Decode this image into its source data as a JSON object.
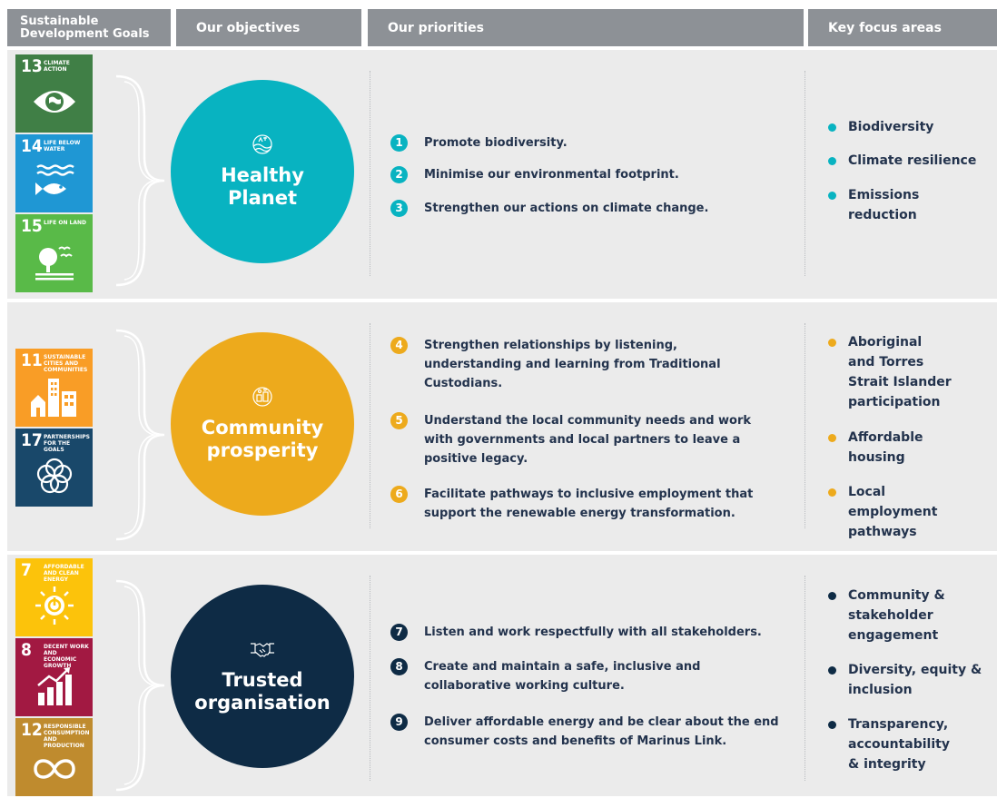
{
  "headers": {
    "sdg": "Sustainable Development Goals",
    "objectives": "Our objectives",
    "priorities": "Our priorities",
    "focus": "Key focus areas"
  },
  "colors": {
    "header_bg": "#8d9196",
    "band_bg": "#ebebeb",
    "teal": "#08b3c1",
    "gold": "#edaa1c",
    "navy": "#0e2b45",
    "text_navy": "#23334d"
  },
  "sdgs": [
    {
      "number": "13",
      "name": "CLIMATE ACTION",
      "color": "#407f46",
      "icon": "earth-eye-icon"
    },
    {
      "number": "14",
      "name": "LIFE BELOW WATER",
      "color": "#1f97d4",
      "icon": "fish-waves-icon"
    },
    {
      "number": "15",
      "name": "LIFE ON LAND",
      "color": "#59ba48",
      "icon": "tree-birds-icon"
    },
    {
      "number": "11",
      "name": "SUSTAINABLE CITIES AND COMMUNITIES",
      "color": "#f99d26",
      "icon": "city-buildings-icon"
    },
    {
      "number": "17",
      "name": "PARTNERSHIPS FOR THE GOALS",
      "color": "#19486a",
      "icon": "interlocking-rings-icon"
    },
    {
      "number": "7",
      "name": "AFFORDABLE AND CLEAN ENERGY",
      "color": "#fcc30b",
      "icon": "sun-power-icon"
    },
    {
      "number": "8",
      "name": "DECENT WORK AND ECONOMIC GROWTH",
      "color": "#a21942",
      "icon": "growth-bars-icon"
    },
    {
      "number": "12",
      "name": "RESPONSIBLE CONSUMPTION AND PRODUCTION",
      "color": "#bf8b2e",
      "icon": "infinity-icon"
    }
  ],
  "objectives": [
    {
      "title": "Healthy Planet",
      "icon": "landscape-icon"
    },
    {
      "title": "Community prosperity",
      "icon": "community-icon"
    },
    {
      "title": "Trusted organisation",
      "icon": "handshake-icon"
    }
  ],
  "priorities": [
    {
      "num": "1",
      "text": "Promote biodiversity."
    },
    {
      "num": "2",
      "text": "Minimise our environmental footprint."
    },
    {
      "num": "3",
      "text": "Strengthen our actions on climate change."
    },
    {
      "num": "4",
      "text": "Strengthen relationships by listening, understanding and learning from Traditional Custodians."
    },
    {
      "num": "5",
      "text": "Understand the local community needs and work with governments and local partners to leave a positive legacy."
    },
    {
      "num": "6",
      "text": "Facilitate pathways to inclusive employment that support the renewable energy transformation."
    },
    {
      "num": "7",
      "text": "Listen and work respectfully with all stakeholders."
    },
    {
      "num": "8",
      "text": "Create and maintain a safe, inclusive and collaborative working culture."
    },
    {
      "num": "9",
      "text": "Deliver affordable energy and be clear about the end consumer costs and benefits of Marinus Link."
    }
  ],
  "focus": [
    "Biodiversity",
    "Climate resilience",
    "Emissions reduction",
    "Aboriginal and Torres Strait Islander participation",
    "Affordable housing",
    "Local employment pathways",
    "Community & stakeholder engagement",
    "Diversity, equity & inclusion",
    "Transparency, accountability & integrity"
  ]
}
